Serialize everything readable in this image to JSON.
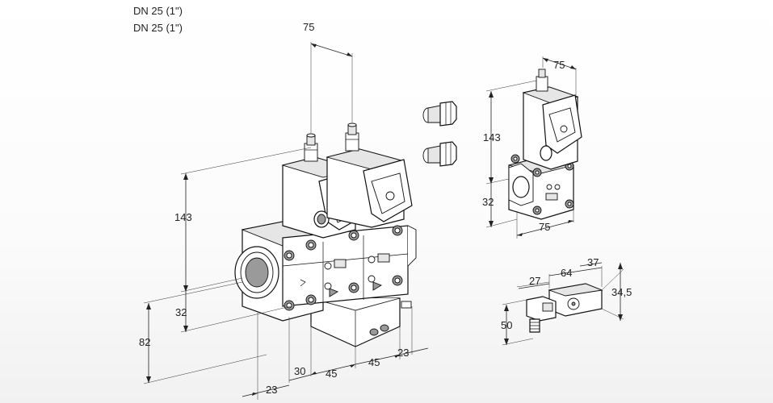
{
  "header": {
    "line1": "DN 25 (1\")",
    "line2": "DN 25 (1\")"
  },
  "main_view": {
    "dims": {
      "top_spacing": "75",
      "height_143": "143",
      "height_32": "32",
      "height_82": "82",
      "bottom_23_left": "23",
      "bottom_30": "30",
      "bottom_45_a": "45",
      "bottom_45_b": "45",
      "bottom_23_right": "23"
    }
  },
  "side_view": {
    "dims": {
      "top_75": "75",
      "height_143": "143",
      "height_32": "32",
      "bottom_75": "75"
    }
  },
  "connector_view": {
    "dims": {
      "d27": "27",
      "d64": "64",
      "d37": "37",
      "d34_5": "34,5",
      "d50": "50"
    }
  }
}
